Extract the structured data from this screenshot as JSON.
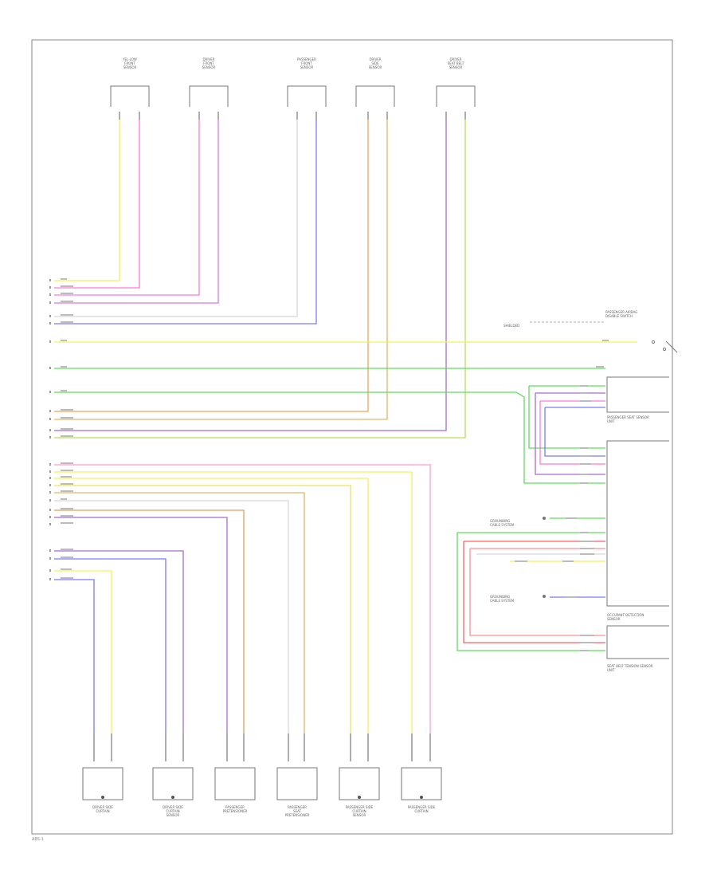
{
  "colors": {
    "yellow": "#f2f25a",
    "pink": "#ff7ad6",
    "violet": "#a86bd6",
    "blue": "#7a7aff",
    "white": "#d8d8d8",
    "orange": "#f2a35a",
    "tan": "#e0b66a",
    "green": "#5ae05a",
    "lime": "#b4e05a",
    "red": "#ff6060",
    "frame": "#777777"
  },
  "top_components": [
    {
      "label": "YEL-LOW / FRONT / SENSOR"
    },
    {
      "label": "DRIVER / FRONT / SENSOR"
    },
    {
      "label": "PASSENGER / FRONT / SENSOR"
    },
    {
      "label": "DRIVER / SIDE / SENSOR"
    },
    {
      "label": "DRIVER / SEAT BELT / SENSOR"
    }
  ],
  "bottom_components": [
    {
      "label": "DRIVER SIDE / CURTAIN"
    },
    {
      "label": "DRIVER SIDE / CURTAIN / SENSOR"
    },
    {
      "label": "PASSENGER / PRETENSIONER"
    },
    {
      "label": "PASSENGER / SEAT / PRETENSIONER"
    },
    {
      "label": "PASSENGER SIDE / CURTAIN / SENSOR"
    },
    {
      "label": "PASSENGER SIDE / CURTAIN"
    }
  ],
  "right_components": [
    {
      "label": "PASSENGER AIRBAG / DISABLE SWITCH"
    },
    {
      "label": "PASSENGER SEAT SENSOR / UNIT"
    },
    {
      "label": "OCCUPANT DETECTION / SENSOR"
    },
    {
      "label": "SEAT BELT TENSION SENSOR / UNIT"
    }
  ],
  "right_notes": [
    {
      "label": "SHIELDED"
    },
    {
      "label": "GROUNDING / CABLE SYSTEM"
    },
    {
      "label": "GROUNDING / CABLE SYSTEM"
    }
  ],
  "footer": {
    "code": "ABS-1"
  }
}
